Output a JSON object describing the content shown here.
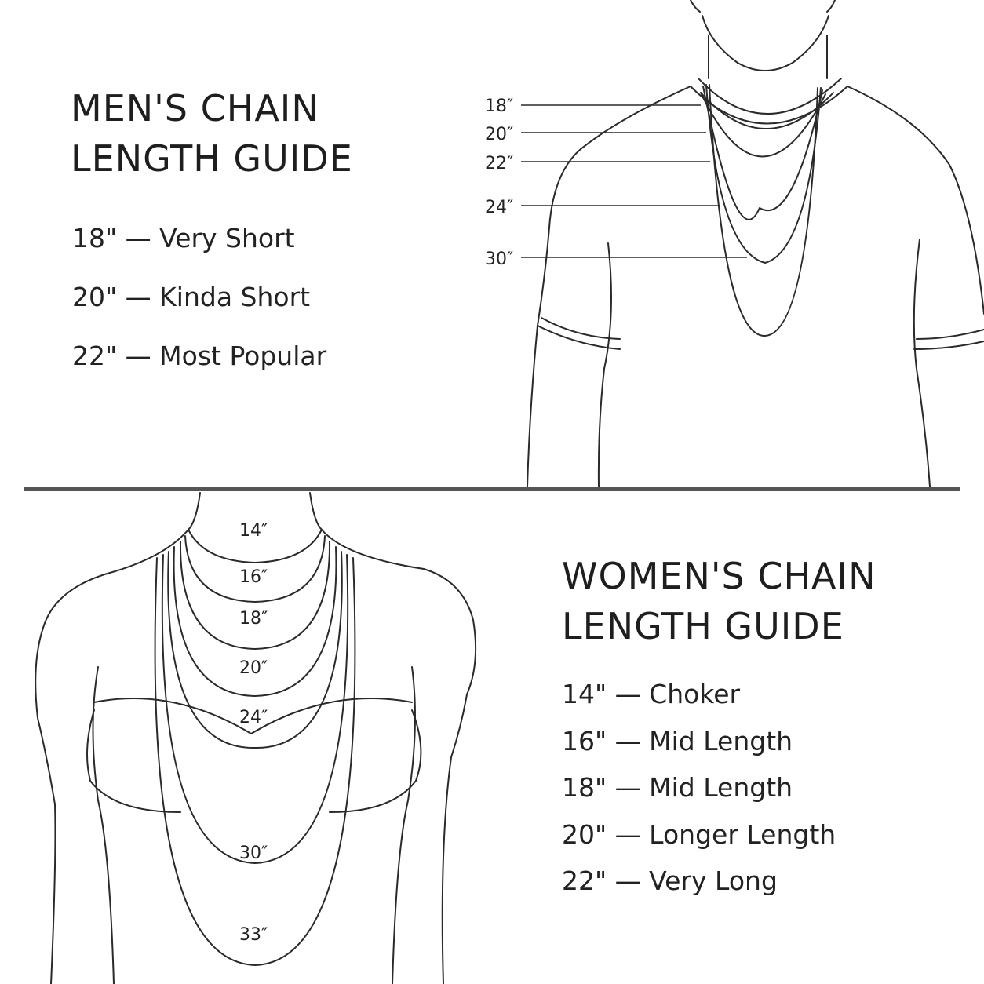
{
  "men": {
    "title_line1": "MEN'S CHAIN",
    "title_line2": "LENGTH GUIDE",
    "items": [
      {
        "length": "18\"",
        "desc": "Very Short"
      },
      {
        "length": "20\"",
        "desc": "Kinda Short"
      },
      {
        "length": "22\"",
        "desc": "Most Popular"
      }
    ],
    "diagram_labels": [
      "18″",
      "20″",
      "22″",
      "24″",
      "30″"
    ]
  },
  "women": {
    "title_line1": "WOMEN'S CHAIN",
    "title_line2": "LENGTH GUIDE",
    "items": [
      {
        "length": "14\"",
        "desc": "Choker"
      },
      {
        "length": "16\"",
        "desc": "Mid Length"
      },
      {
        "length": "18\"",
        "desc": "Mid Length"
      },
      {
        "length": "20\"",
        "desc": "Longer Length"
      },
      {
        "length": "22\"",
        "desc": "Very Long"
      }
    ],
    "diagram_labels": [
      "14″",
      "16″",
      "18″",
      "20″",
      "24″",
      "30″",
      "33″"
    ]
  },
  "separator": " — ",
  "colors": {
    "line": "#2a2a2a",
    "text": "#222222",
    "divider": "#555555"
  }
}
